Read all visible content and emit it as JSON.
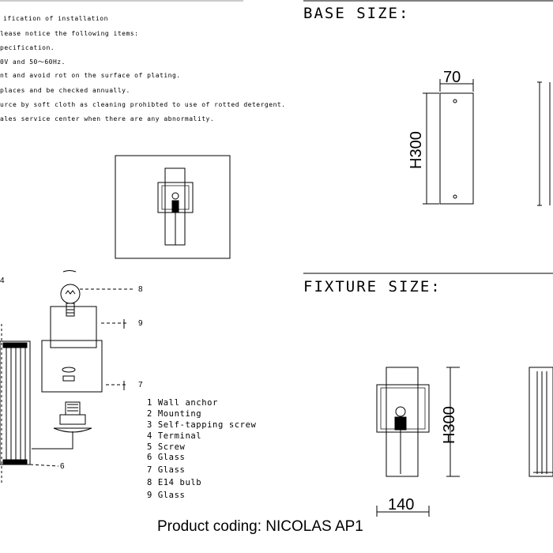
{
  "notes": {
    "lines": [
      "ification of installation",
      "lease notice the following items:",
      "pecification.",
      "0V and 50～60Hz.",
      "nt and avoid rot on the surface of plating.",
      "places and be checked annually.",
      "urce by soft cloth as cleaning prohibted to use of rotted detergent.",
      "ales service center when there are any abnormality."
    ]
  },
  "base": {
    "heading": "BASE SIZE:",
    "width_label": "70",
    "height_label": "H300"
  },
  "fixture": {
    "heading": "FIXTURE SIZE:",
    "width_label": "140",
    "height_label": "H300"
  },
  "exploded": {
    "corner_label": "4",
    "callouts": {
      "c8": "8",
      "c9": "9",
      "c7": "7",
      "c6": "6"
    },
    "parts": [
      "1 Wall anchor",
      "2 Mounting",
      "3 Self-tapping screw",
      "4 Terminal",
      "5 Screw",
      "6 Glass",
      "7 Glass",
      "8 E14 bulb",
      "9 Glass"
    ]
  },
  "footer": {
    "product_coding": "Product coding: NICOLAS AP1"
  }
}
